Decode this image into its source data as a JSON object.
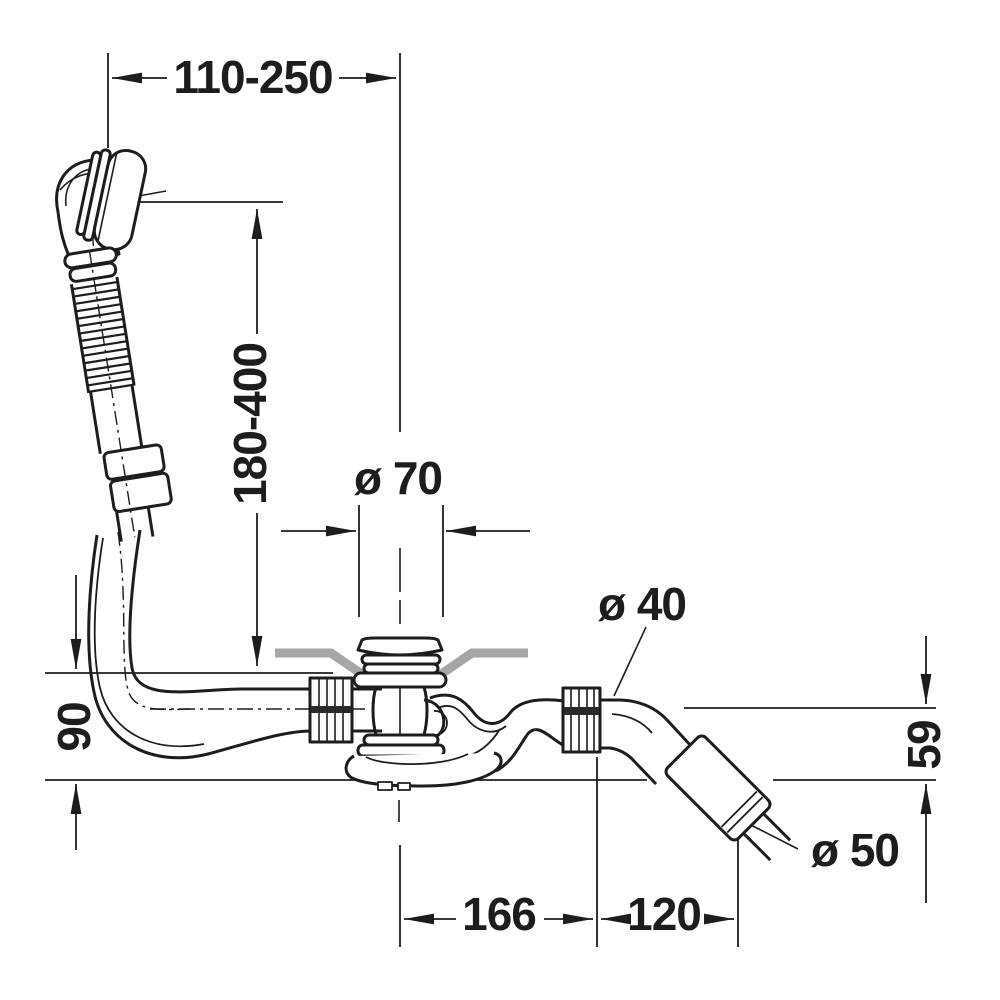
{
  "drawing": {
    "type": "technical-dimension-drawing",
    "subject": "bathtub waste and overflow set with flexible overflow hose, drain valve and 45-degree outlet",
    "colors": {
      "line": "#1d1d1b",
      "tub_floor_gray": "#a6a6a6",
      "background": "#ffffff"
    },
    "dimensions": {
      "top_offset_range": "110-250",
      "overflow_height_range": "180-400",
      "drain_flange_diameter": "ø 70",
      "outlet_pipe_diameter": "ø 40",
      "left_height": "90",
      "right_height": "59",
      "outlet_end_diameter": "ø 50",
      "bottom_length_left": "166",
      "bottom_length_right": "120"
    }
  }
}
